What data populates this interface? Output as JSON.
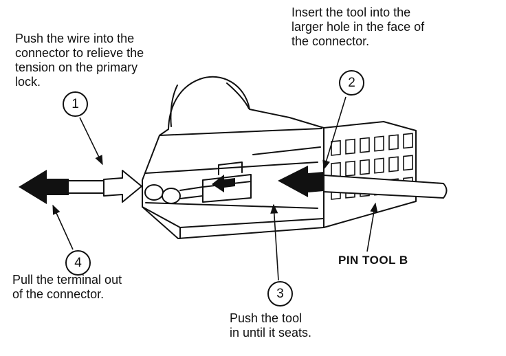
{
  "figure": {
    "background": "#ffffff",
    "ink": "#111111",
    "subject": "connector-terminal-removal-diagram"
  },
  "callouts": [
    {
      "number": "1",
      "text": "Push the wire into the\nconnector to relieve the\ntension on the primary\nlock."
    },
    {
      "number": "2",
      "text": "Insert the tool into the\nlarger hole in the face of\nthe connector."
    },
    {
      "number": "3",
      "text": "Push the tool\nin until it seats."
    },
    {
      "number": "4",
      "text": "Pull the terminal out\nof the connector."
    }
  ],
  "labels": {
    "tool": "PIN TOOL B"
  }
}
